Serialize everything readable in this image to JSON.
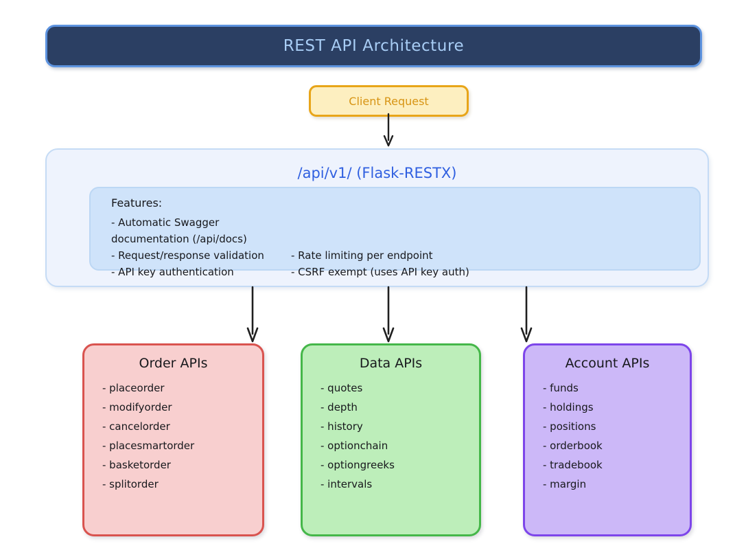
{
  "diagram": {
    "title": "REST API Architecture",
    "client_node": {
      "label": "Client Request"
    },
    "api_container": {
      "title": "/api/v1/ (Flask-RESTX)",
      "features": {
        "heading": "Features:",
        "rows": [
          {
            "left": "- Automatic Swagger documentation (/api/docs)",
            "right": ""
          },
          {
            "left": "- Request/response validation",
            "right": "- Rate limiting per endpoint"
          },
          {
            "left": "- API key authentication",
            "right": "- CSRF exempt (uses API key auth)"
          }
        ]
      }
    },
    "groups": [
      {
        "id": "order",
        "title": "Order APIs",
        "fill": "#f8cfcf",
        "stroke": "#d9534f",
        "items": [
          "- placeorder",
          "- modifyorder",
          "- cancelorder",
          "- placesmartorder",
          "- basketorder",
          "- splitorder"
        ]
      },
      {
        "id": "data",
        "title": "Data APIs",
        "fill": "#bdeeba",
        "stroke": "#45b749",
        "items": [
          "- quotes",
          "- depth",
          "- history",
          "- optionchain",
          "- optiongreeks",
          "- intervals"
        ]
      },
      {
        "id": "account",
        "title": "Account APIs",
        "fill": "#ccb8f8",
        "stroke": "#7d45ea",
        "items": [
          "- funds",
          "- holdings",
          "- positions",
          "- orderbook",
          "- tradebook",
          "- margin"
        ]
      }
    ],
    "colors": {
      "title_bar_fill": "#2b3f63",
      "title_bar_stroke": "#5d93df",
      "title_bar_text": "#a8cdf5",
      "client_fill": "#fdefc0",
      "client_stroke": "#e8a519",
      "client_text": "#d79414",
      "container_fill": "#eef3fd",
      "container_stroke": "#c5dbf5",
      "container_title_text": "#2f5fe0",
      "features_fill": "#cfe3fa",
      "features_stroke": "#bcd7f4",
      "arrow": "#1f1f1f",
      "body_text": "#17181c"
    }
  }
}
